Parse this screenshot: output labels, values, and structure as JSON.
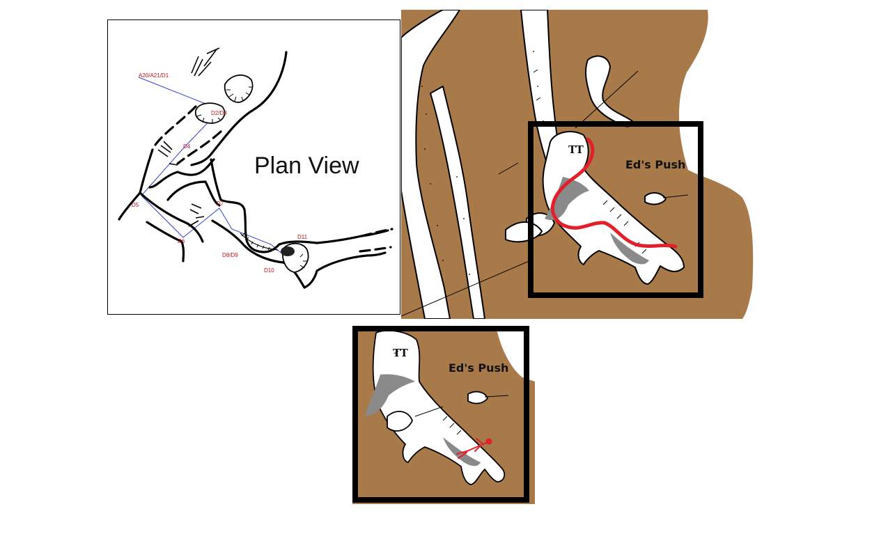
{
  "plan_view": {
    "title": "Plan View",
    "stations": {
      "a20": "A20/A21/D1",
      "d2": "D2/D3",
      "d4": "D4",
      "d5": "D5",
      "d6": "D6",
      "d7": "D7",
      "d8": "D8/D9",
      "d10": "D10",
      "d11": "D11"
    }
  },
  "detail_map": {
    "push_label": "Ed's Push",
    "tt_label": "TT"
  },
  "inset_map": {
    "push_label": "Ed's Push",
    "tt_label": "TT"
  },
  "colors": {
    "rock": "#a87a4a",
    "passage": "#ffffff",
    "floor_grey": "#8a8a8a",
    "route_red": "#e0202a",
    "survey_line": "#2c3fd0",
    "station_text": "#c0101a"
  },
  "icons": {
    "explorer": "person-figure-icon"
  }
}
